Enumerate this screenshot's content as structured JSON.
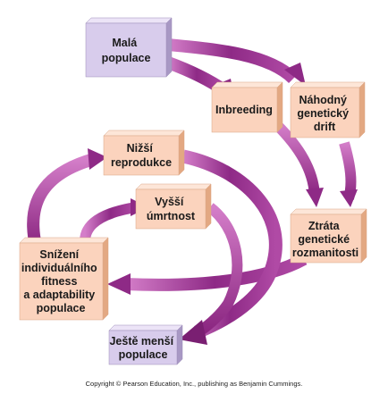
{
  "boxes": {
    "mala_populace": [
      "Malá",
      "populace"
    ],
    "inbreeding": [
      "Inbreeding"
    ],
    "nahodny_drift": [
      "Náhodný",
      "genetický",
      "drift"
    ],
    "nizsi_reprodukce": [
      "Nižší",
      "reprodukce"
    ],
    "vyssi_umrtnost": [
      "Vyšší",
      "úmrtnost"
    ],
    "ztrata_rozmanitosti": [
      "Ztráta",
      "genetické",
      "rozmanitosti"
    ],
    "snizeni_fitness": [
      "Snížení",
      "individuálního",
      "fitness",
      "a adaptability",
      "populace"
    ],
    "jeste_mensi_populace": [
      "Ještě menší",
      "populace"
    ]
  },
  "colors": {
    "lavender_box": "#d8ccec",
    "peach_box": "#fbd3bd",
    "arrow_purple": "#8e2a86",
    "arrow_light": "#c86fbd"
  },
  "copyright": "Copyright © Pearson Education, Inc., publishing as Benjamin Cummings."
}
